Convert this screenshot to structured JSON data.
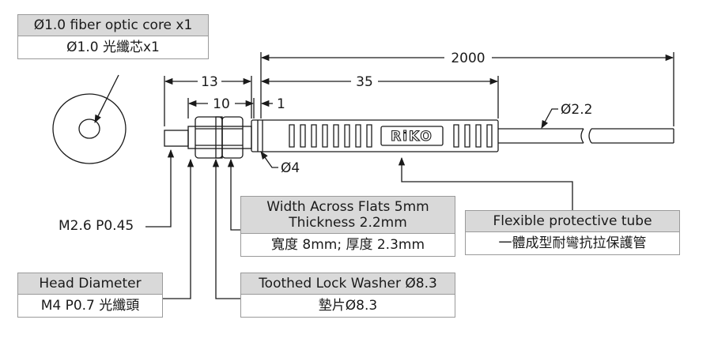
{
  "callouts": {
    "core": {
      "title": "Ø1.0 fiber optic core x1",
      "subtitle": "Ø1.0 光纖芯x1"
    },
    "flats": {
      "title_line1": "Width Across Flats 5mm",
      "title_line2": "Thickness 2.2mm",
      "subtitle": "寬度 8mm; 厚度 2.3mm"
    },
    "tube": {
      "title": "Flexible protective tube",
      "subtitle": "一體成型耐彎抗拉保護管"
    },
    "head": {
      "title": "Head Diameter",
      "subtitle": "M4 P0.7 光纖頭"
    },
    "washer": {
      "title": "Toothed Lock Washer Ø8.3",
      "subtitle": "墊片Ø8.3"
    }
  },
  "labels": {
    "thread_tip": "M2.6 P0.45",
    "brand": "RiKO"
  },
  "dimensions": {
    "total_length": "2000",
    "head_length": "13",
    "thread_length": "10",
    "tip_step": "1",
    "sleeve_length": "35",
    "cable_dia": "Ø2.2",
    "sleeve_dia": "Ø4"
  },
  "colors": {
    "stroke": "#1a1a1a",
    "header_fill": "#d9d9d9",
    "border": "#9a9a9a"
  }
}
